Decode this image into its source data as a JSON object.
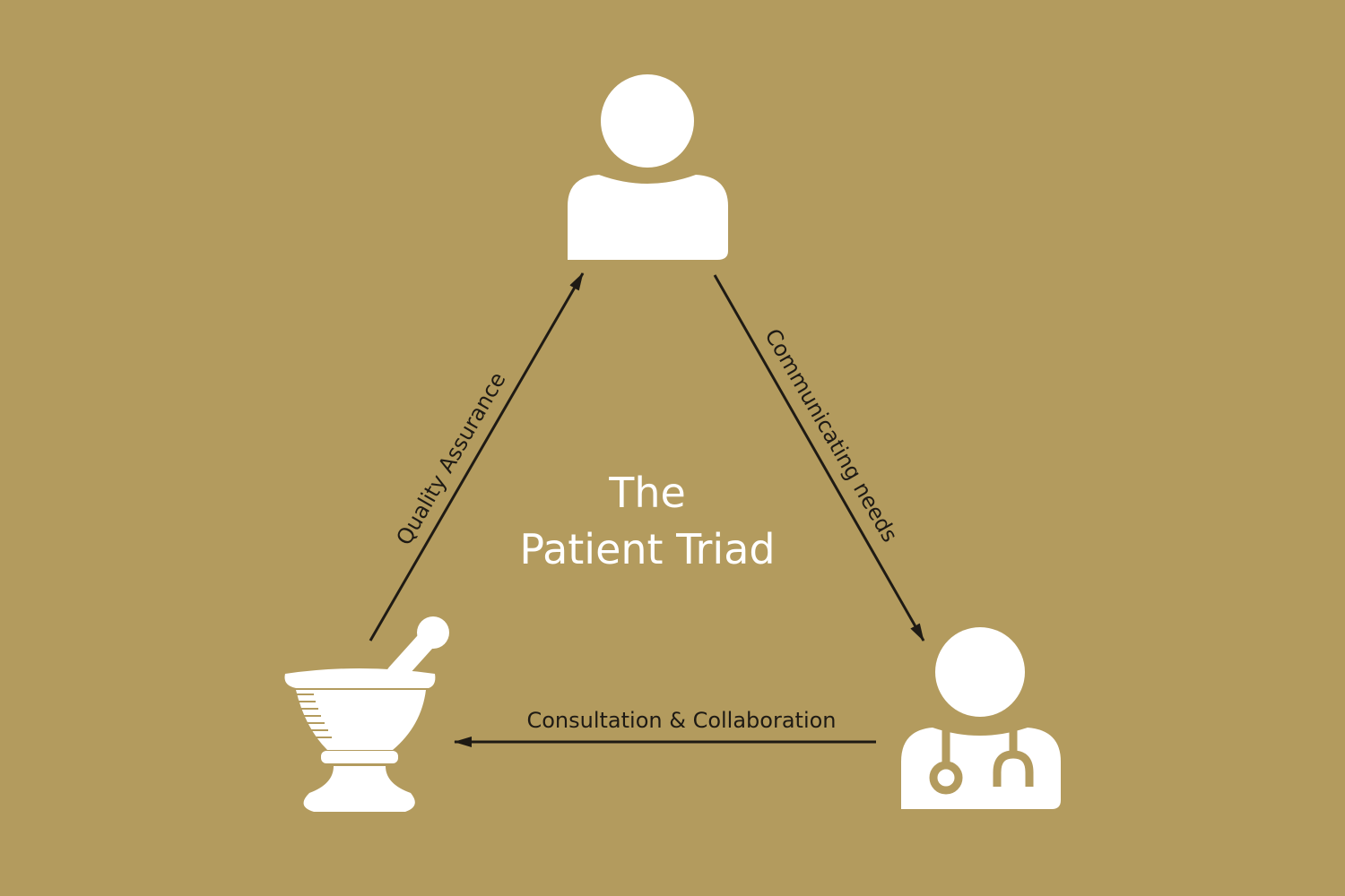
{
  "colors": {
    "background": "#b39b5e",
    "icon": "#ffffff",
    "arrow": "#1e1a14"
  },
  "title": {
    "line1": "The",
    "line2": "Patient Triad"
  },
  "nodes": [
    {
      "id": "patient",
      "icon": "person-icon"
    },
    {
      "id": "doctor",
      "icon": "doctor-stethoscope-icon"
    },
    {
      "id": "pharmacy",
      "icon": "mortar-pestle-icon"
    }
  ],
  "edges": [
    {
      "from": "pharmacy",
      "to": "patient",
      "label": "Quality Assurance"
    },
    {
      "from": "patient",
      "to": "doctor",
      "label": "Communicating needs"
    },
    {
      "from": "doctor",
      "to": "pharmacy",
      "label": "Consultation & Collaboration"
    }
  ]
}
